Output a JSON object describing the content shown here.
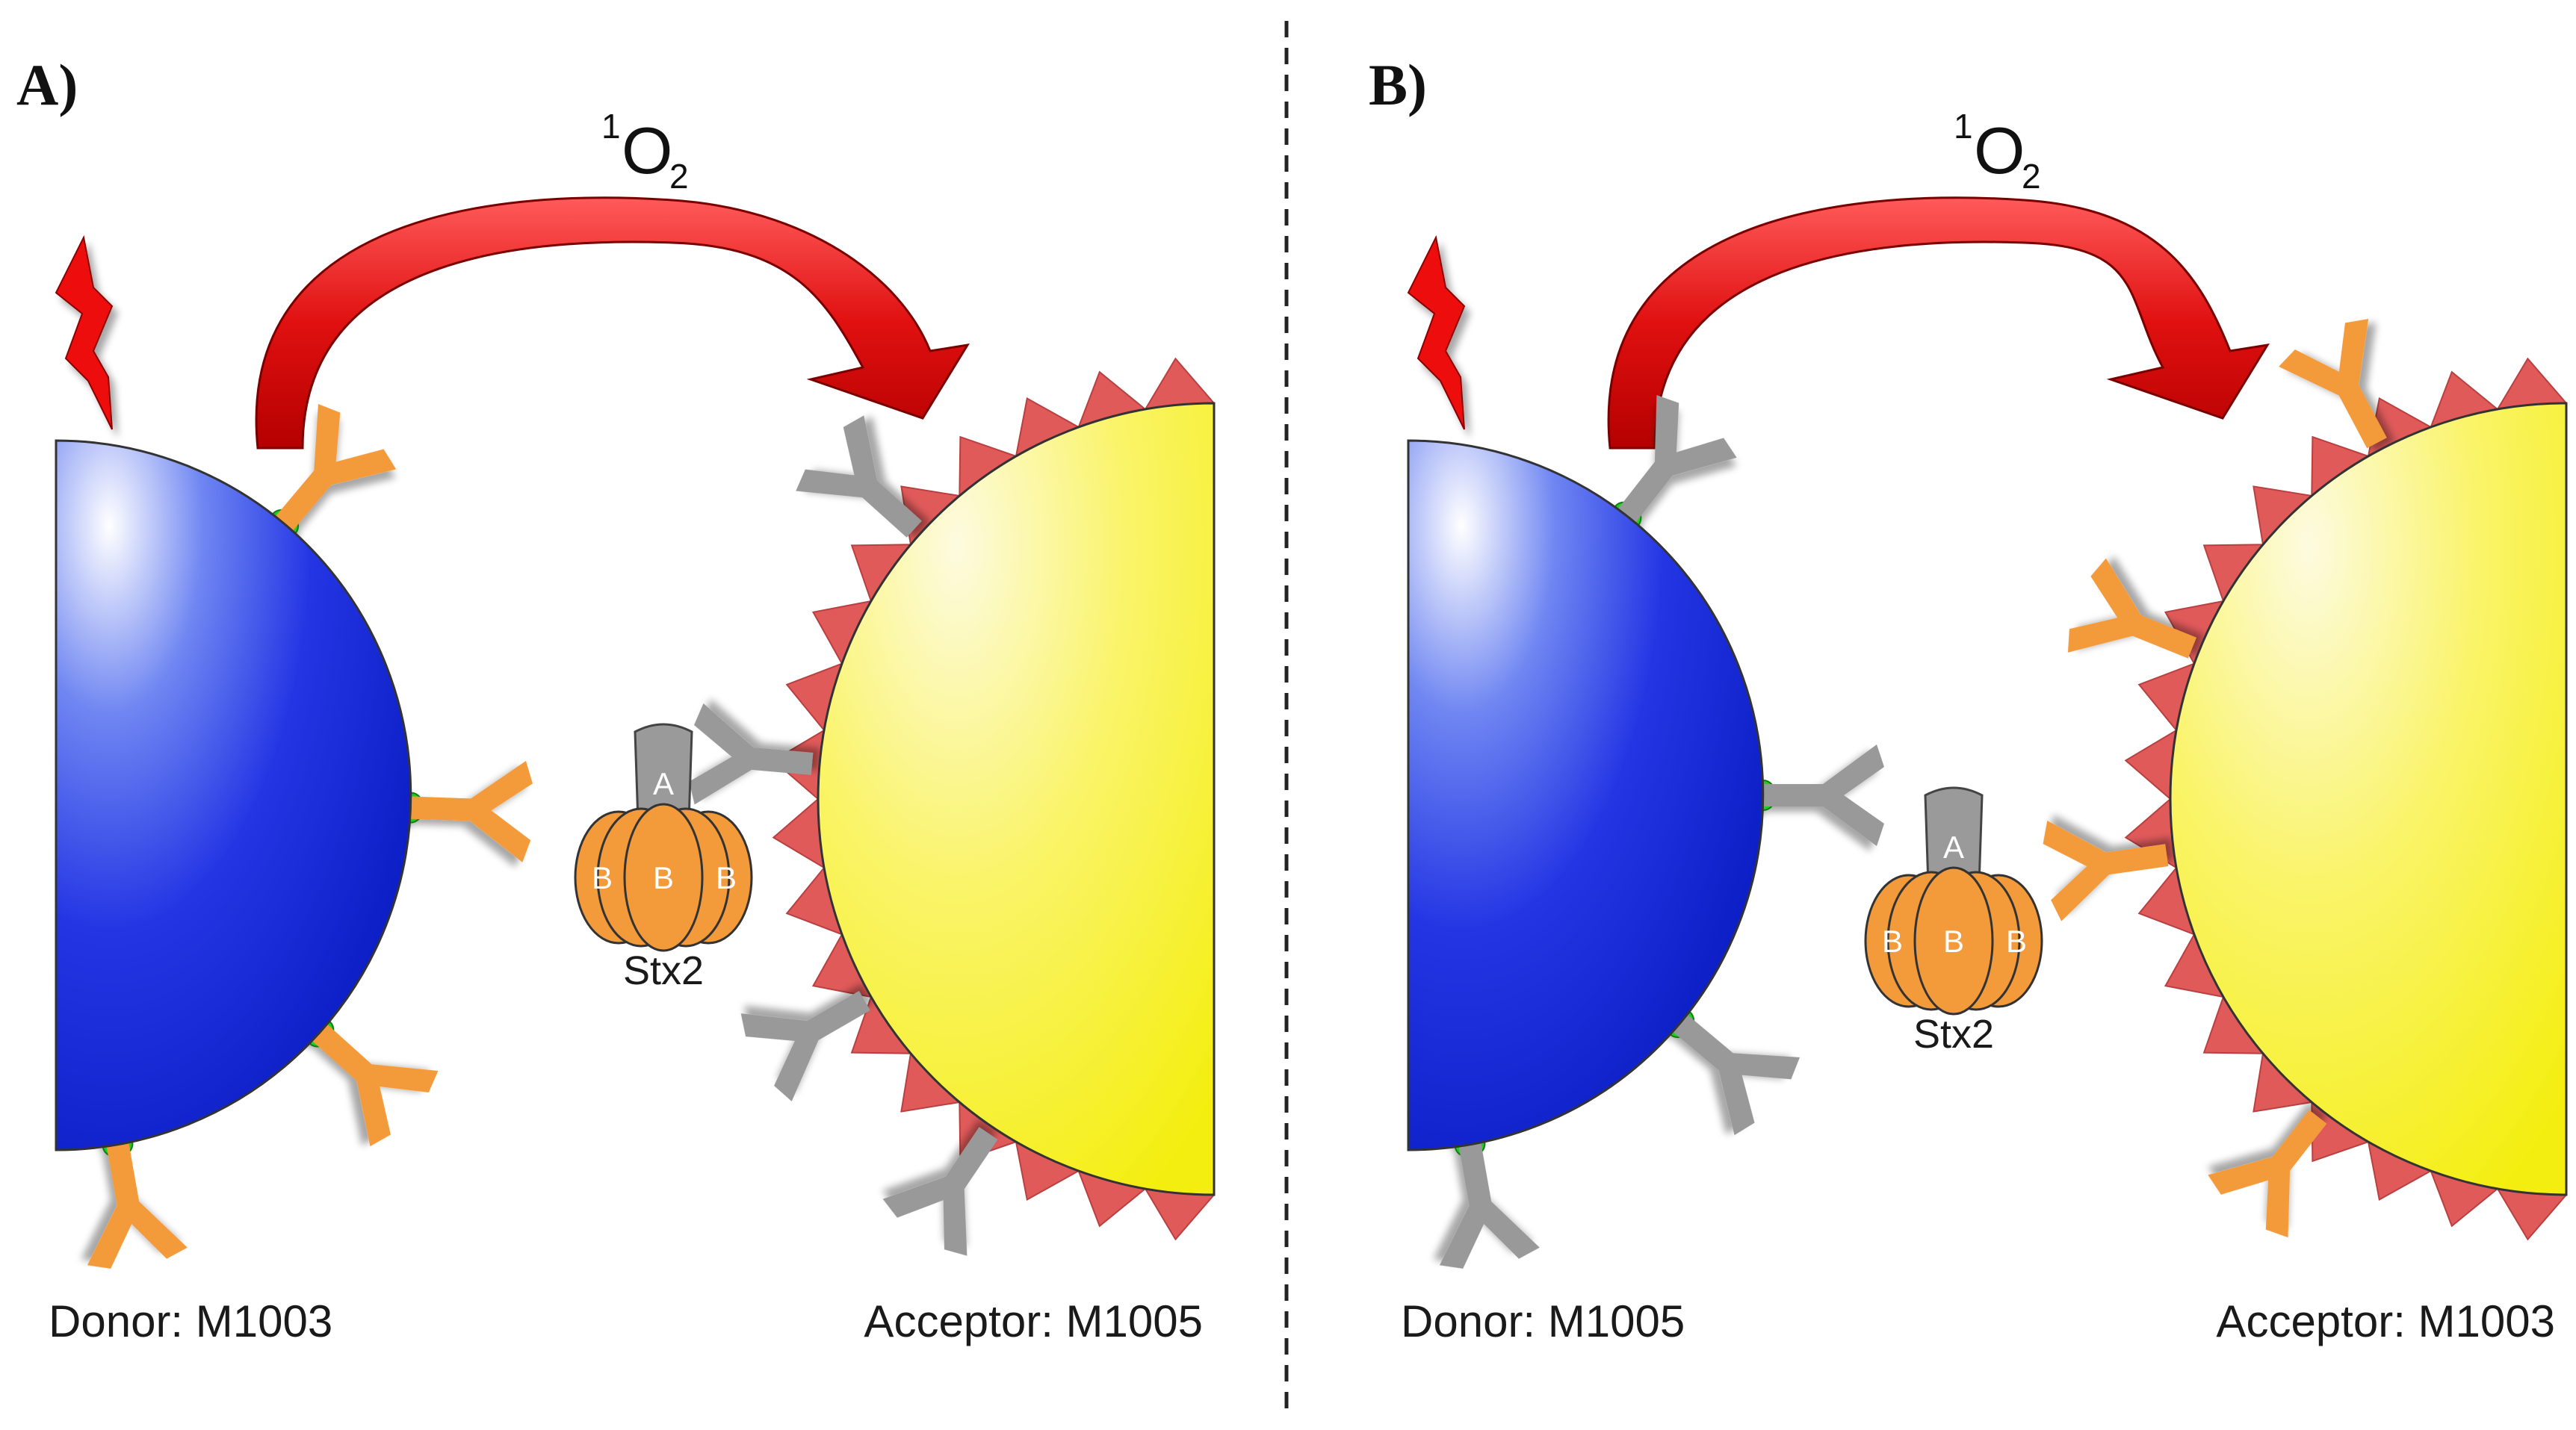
{
  "panels": [
    {
      "label": "A)",
      "singlet_oxygen": "O",
      "singlet_oxygen_superscript": "1",
      "singlet_oxygen_subscript": "2",
      "toxin_label": "Stx2",
      "subunit_a": "A",
      "subunit_b": "B",
      "donor_caption": "Donor: M1003",
      "acceptor_caption": "Acceptor: M1005",
      "donor_antibody_color": "#f39a3a",
      "acceptor_antibody_color": "#999999"
    },
    {
      "label": "B)",
      "singlet_oxygen": "O",
      "singlet_oxygen_superscript": "1",
      "singlet_oxygen_subscript": "2",
      "toxin_label": "Stx2",
      "subunit_a": "A",
      "subunit_b": "B",
      "donor_caption": "Donor: M1005",
      "acceptor_caption": "Acceptor: M1003",
      "donor_antibody_color": "#999999",
      "acceptor_antibody_color": "#f39a3a"
    }
  ],
  "colors": {
    "donor_bead": "#1a2fe0",
    "acceptor_bead": "#f7f21a",
    "acceptor_spikes": "#e05a5a",
    "arrow": "#e01010",
    "lightning": "#ee1111",
    "linker": "#22cc22",
    "toxin_b": "#f39a3a",
    "toxin_a": "#9a9a9a",
    "divider": "#222222"
  }
}
